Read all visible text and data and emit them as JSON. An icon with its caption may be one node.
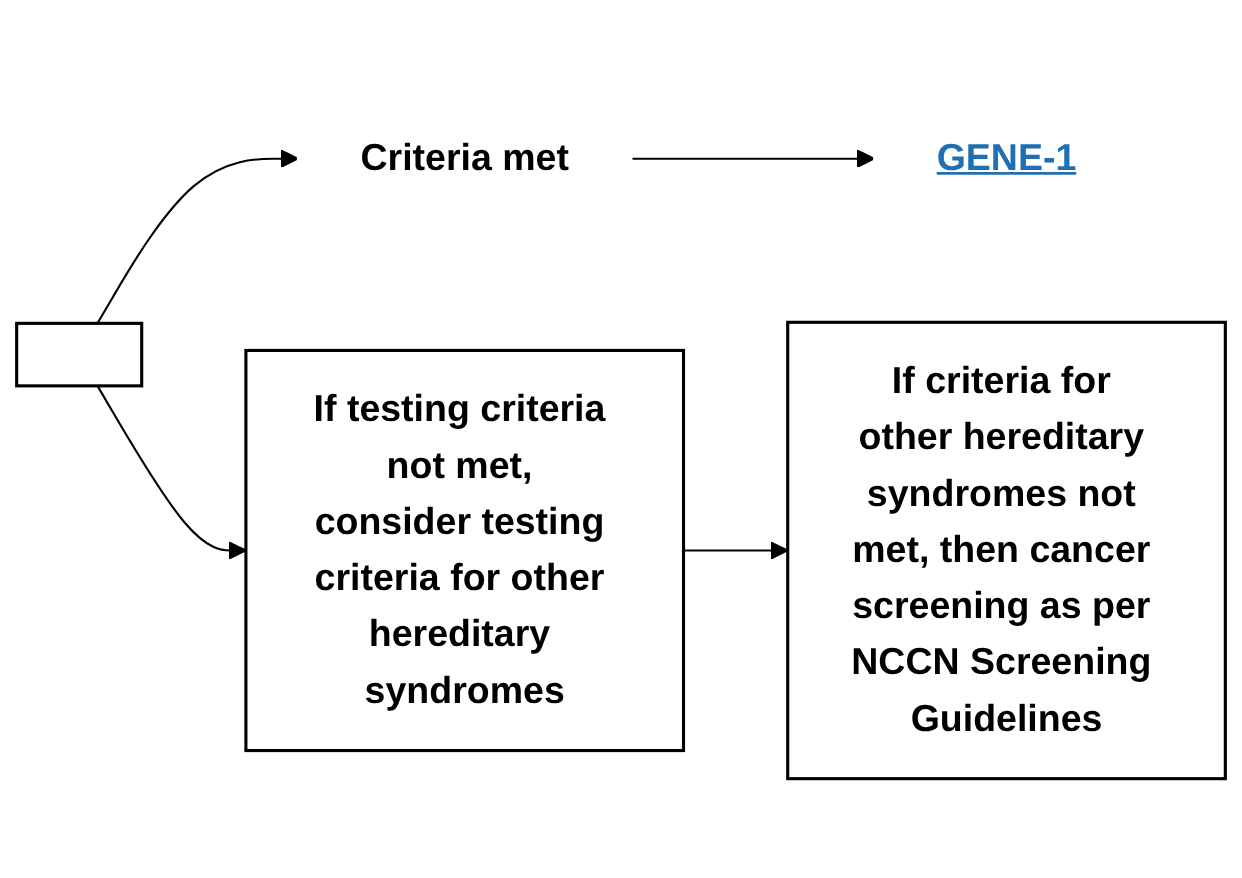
{
  "diagram": {
    "nodes": [
      {
        "text": [],
        "shape": "box"
      },
      {
        "text": [
          "Criteria met"
        ]
      },
      {
        "text": [
          "GENE-1"
        ]
      },
      {
        "text": [
          "If testing criteria not met, consider testing criteria for other hereditary syndromes"
        ]
      },
      {
        "text": [
          "If criteria for other hereditary syndromes not met, then cancer screening as per NCCN Screening Guidelines"
        ]
      }
    ],
    "edges": [
      {
        "from": 0,
        "to": 1,
        "arrow": "to"
      },
      {
        "from": 0,
        "to": 3,
        "arrow": "to"
      },
      {
        "from": 1,
        "to": 2,
        "arrow": "to"
      },
      {
        "from": 3,
        "to": 4,
        "arrow": "to"
      }
    ]
  }
}
